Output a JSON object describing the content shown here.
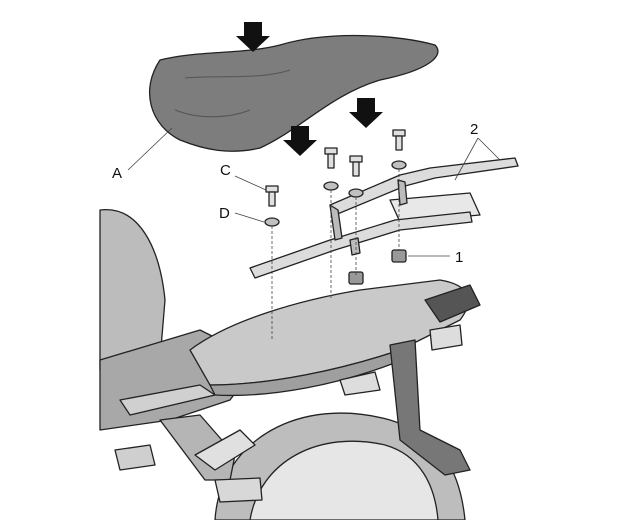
{
  "diagram": {
    "labels": {
      "seat": "A",
      "bolt": "C",
      "washer": "D",
      "spacer": "1",
      "rack": "2"
    },
    "colors": {
      "seat": "#7d7d7d",
      "body": "#c9c9c9",
      "rack": "#dcdcdc",
      "arrow": "#111111"
    }
  }
}
